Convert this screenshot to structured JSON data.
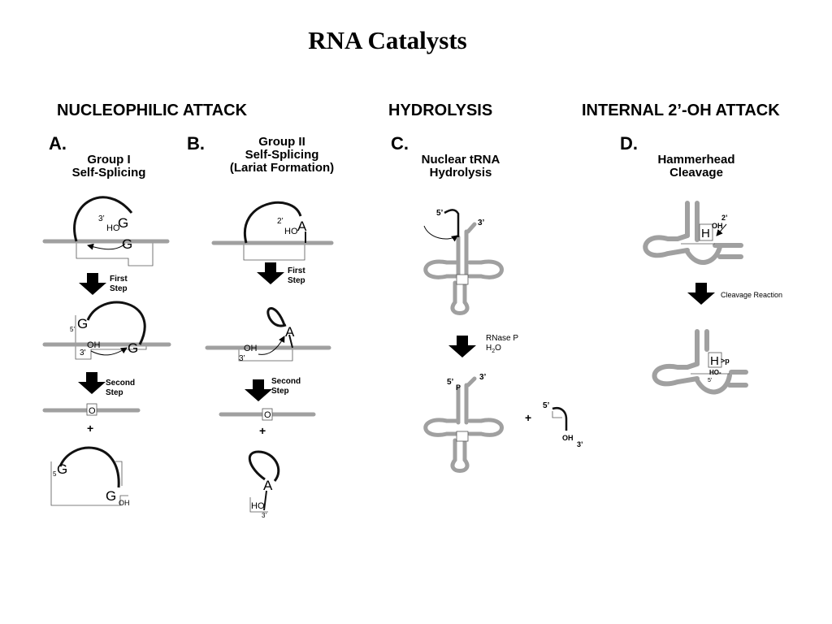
{
  "title": "RNA Catalysts",
  "sections": {
    "nucleophilic": "NUCLEOPHILIC ATTACK",
    "hydrolysis": "HYDROLYSIS",
    "internal": "INTERNAL 2’-OH ATTACK"
  },
  "panels": {
    "a": {
      "letter": "A.",
      "caption": [
        "Group I",
        "Self-Splicing"
      ],
      "first_step": [
        "First",
        "Step"
      ],
      "second_step": [
        "Second",
        "Step"
      ],
      "labels": {
        "three_prime": "3’",
        "five_prime": "5’",
        "three": "3'",
        "five": "5",
        "ho": "HO",
        "oh": "OH",
        "g": "G",
        "o": "O",
        "plus": "+"
      }
    },
    "b": {
      "letter": "B.",
      "caption": [
        "Group II",
        "Self-Splicing",
        "(Lariat Formation)"
      ],
      "first_step": [
        "First",
        "Step"
      ],
      "second_step": [
        "Second",
        "Step"
      ],
      "labels": {
        "two_prime": "2’",
        "three_prime": "3’",
        "ho": "HO",
        "oh": "OH",
        "a": "A",
        "o": "O",
        "plus": "+"
      }
    },
    "c": {
      "letter": "C.",
      "caption": [
        "Nuclear tRNA",
        "Hydrolysis"
      ],
      "reaction": [
        "RNase P",
        "H",
        "2",
        "O"
      ],
      "labels": {
        "five_prime": "5’",
        "three_prime": "3’",
        "p": "P",
        "oh": "OH",
        "three": "3’",
        "plus": "+"
      }
    },
    "d": {
      "letter": "D.",
      "caption": [
        "Hammerhead",
        "Cleavage"
      ],
      "reaction": "Cleavage Reaction",
      "labels": {
        "two_prime": "2’",
        "oh": "OH",
        "h": "H",
        "gt_p": ">p",
        "ho": "HO-",
        "five": "5’"
      }
    }
  },
  "colors": {
    "rna_strand": "#a0a0a0",
    "intron": "#111111",
    "arrow": "#000000"
  }
}
